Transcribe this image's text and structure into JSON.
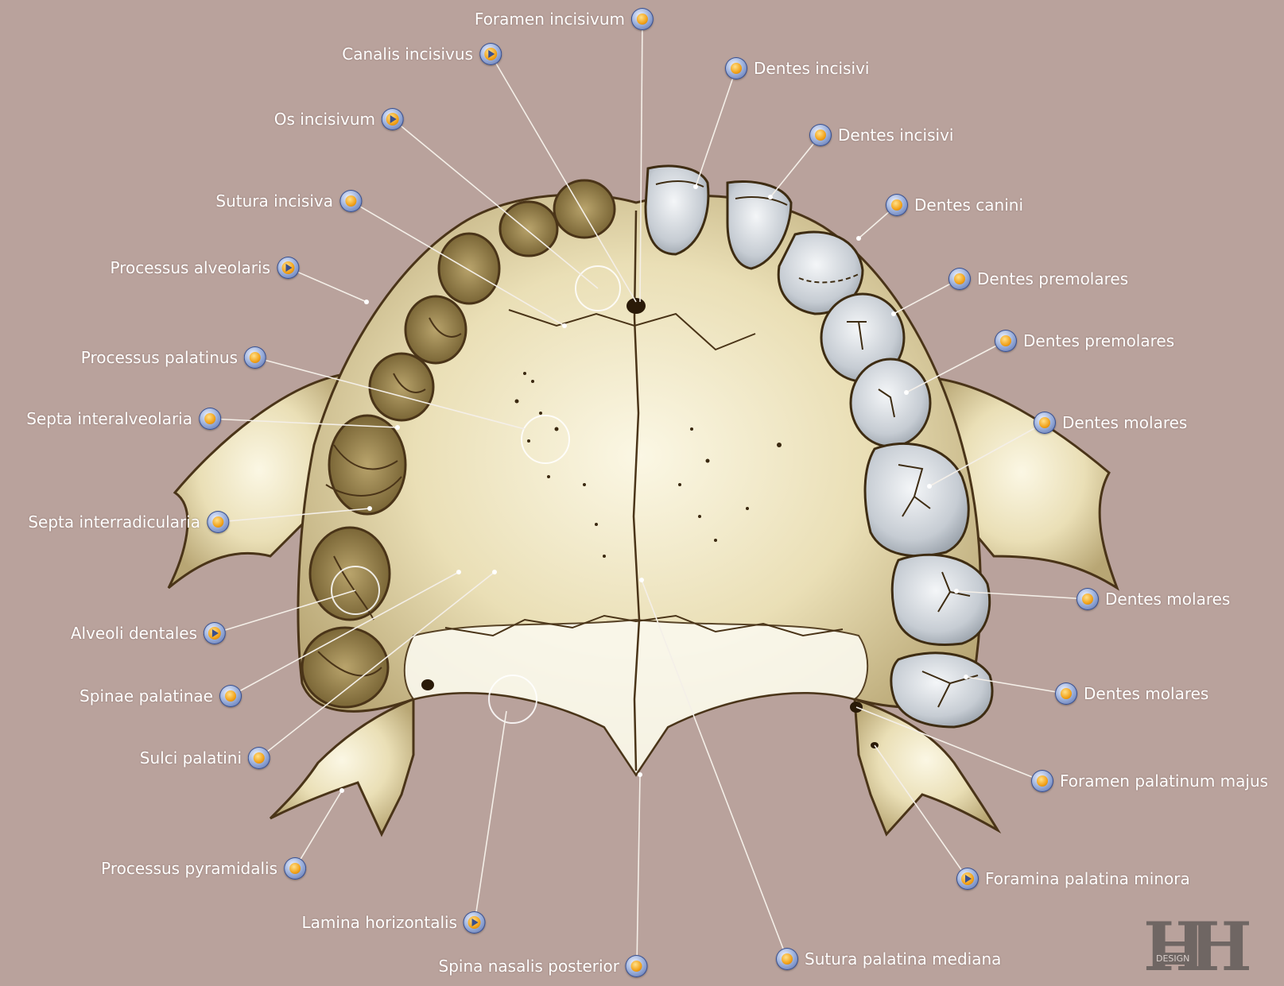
{
  "labels": [
    {
      "id": "foramen-incisivum",
      "text": "Foramen incisivum",
      "icon": "dot-icon"
    },
    {
      "id": "canalis-incisivus",
      "text": "Canalis incisivus",
      "icon": "play-icon"
    },
    {
      "id": "os-incisivum",
      "text": "Os incisivum",
      "icon": "play-icon"
    },
    {
      "id": "sutura-incisiva",
      "text": "Sutura incisiva",
      "icon": "dot-icon"
    },
    {
      "id": "processus-alveolaris",
      "text": "Processus alveolaris",
      "icon": "play-icon"
    },
    {
      "id": "processus-palatinus",
      "text": "Processus palatinus",
      "icon": "dot-icon"
    },
    {
      "id": "septa-interalveolaria",
      "text": "Septa interalveolaria",
      "icon": "dot-icon"
    },
    {
      "id": "septa-interradicularia",
      "text": "Septa interradicularia",
      "icon": "dot-icon"
    },
    {
      "id": "alveoli-dentales",
      "text": "Alveoli dentales",
      "icon": "play-icon"
    },
    {
      "id": "spinae-palatinae",
      "text": "Spinae palatinae",
      "icon": "dot-icon"
    },
    {
      "id": "sulci-palatini",
      "text": "Sulci palatini",
      "icon": "dot-icon"
    },
    {
      "id": "processus-pyramidalis",
      "text": "Processus pyramidalis",
      "icon": "dot-icon"
    },
    {
      "id": "lamina-horizontalis",
      "text": "Lamina horizontalis",
      "icon": "play-icon"
    },
    {
      "id": "spina-nasalis-posterior",
      "text": "Spina nasalis posterior",
      "icon": "dot-icon"
    },
    {
      "id": "sutura-palatina-mediana",
      "text": "Sutura palatina mediana",
      "icon": "dot-icon"
    },
    {
      "id": "foramina-palatina-minora",
      "text": "Foramina palatina minora",
      "icon": "play-icon"
    },
    {
      "id": "foramen-palatinum-majus",
      "text": "Foramen palatinum majus",
      "icon": "dot-icon"
    },
    {
      "id": "dentes-molares-3",
      "text": "Dentes molares",
      "icon": "dot-icon"
    },
    {
      "id": "dentes-molares-2",
      "text": "Dentes molares",
      "icon": "dot-icon"
    },
    {
      "id": "dentes-molares-1",
      "text": "Dentes molares",
      "icon": "dot-icon"
    },
    {
      "id": "dentes-premolares-2",
      "text": "Dentes premolares",
      "icon": "dot-icon"
    },
    {
      "id": "dentes-premolares-1",
      "text": "Dentes premolares",
      "icon": "dot-icon"
    },
    {
      "id": "dentes-canini",
      "text": "Dentes canini",
      "icon": "dot-icon"
    },
    {
      "id": "dentes-incisivi-2",
      "text": "Dentes incisivi",
      "icon": "dot-icon"
    },
    {
      "id": "dentes-incisivi-1",
      "text": "Dentes incisivi",
      "icon": "dot-icon"
    }
  ],
  "logo": {
    "word": "DESIGN",
    "icon": "hh-logo-icon"
  },
  "colors": {
    "background": "#b9a29c",
    "bone": "#e6dcb4",
    "bone_shadow": "#a89766",
    "tooth": "#c9cfd6",
    "outline": "#4a3418",
    "leader": "#f4efe8"
  }
}
